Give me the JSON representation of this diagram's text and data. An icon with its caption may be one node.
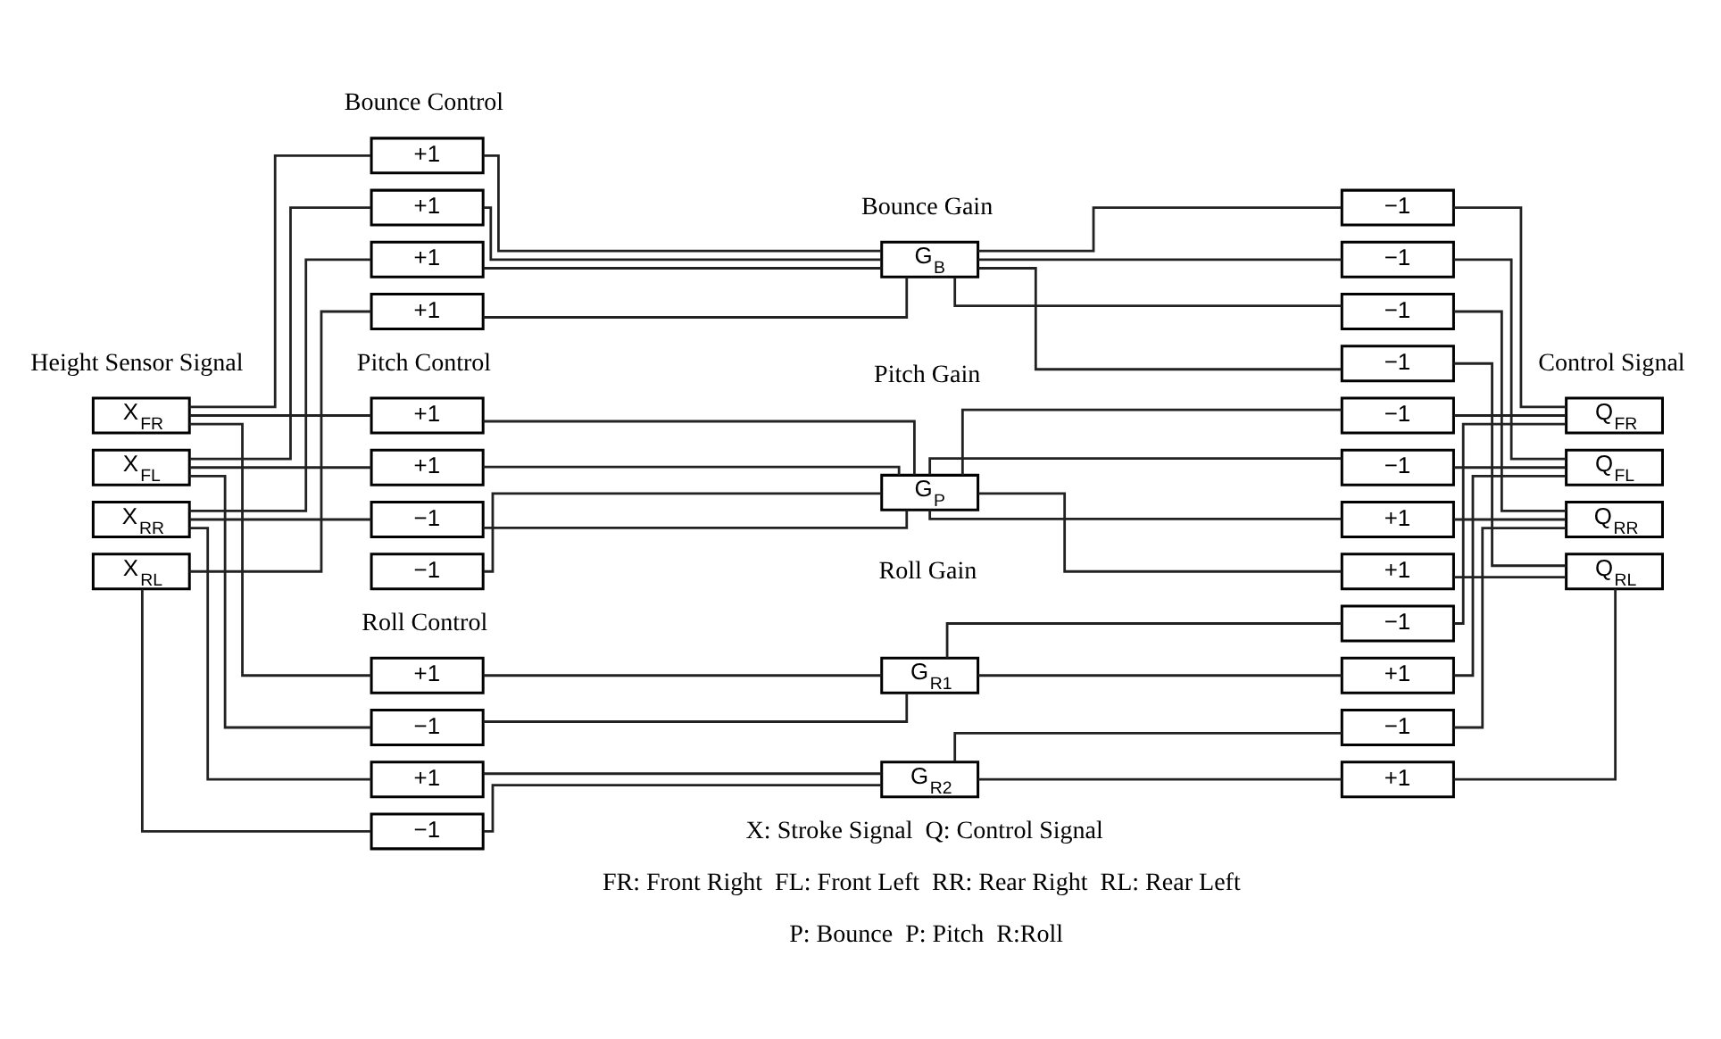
{
  "diagram": {
    "nodes": [
      {
        "text": [
          "X$_{FR}$"
        ]
      },
      {
        "text": [
          "X$_{FL}$"
        ]
      },
      {
        "text": [
          "X$_{RR}$"
        ]
      },
      {
        "text": [
          "X$_{RL}$"
        ]
      },
      {
        "text": [
          "+1"
        ]
      },
      {
        "text": [
          "+1"
        ]
      },
      {
        "text": [
          "+1"
        ]
      },
      {
        "text": [
          "+1"
        ]
      },
      {
        "text": [
          "G$_{B}$"
        ]
      },
      {
        "text": [
          "−1"
        ]
      },
      {
        "text": [
          "−1"
        ]
      },
      {
        "text": [
          "−1"
        ]
      },
      {
        "text": [
          "−1"
        ]
      },
      {
        "text": [
          "Q$_{FR}$"
        ]
      },
      {
        "text": [
          "Q$_{FL}$"
        ]
      },
      {
        "text": [
          "Q$_{RR}$"
        ]
      },
      {
        "text": [
          "Q$_{RL}$"
        ]
      },
      {
        "text": [
          "+1"
        ]
      },
      {
        "text": [
          "+1"
        ]
      },
      {
        "text": [
          "−1"
        ]
      },
      {
        "text": [
          "−1"
        ]
      },
      {
        "text": [
          "G$_{P}$"
        ]
      },
      {
        "text": [
          "−1"
        ]
      },
      {
        "text": [
          "−1"
        ]
      },
      {
        "text": [
          "+1"
        ]
      },
      {
        "text": [
          "+1"
        ]
      },
      {
        "text": [
          "+1"
        ]
      },
      {
        "text": [
          "−1"
        ]
      },
      {
        "text": [
          "G$_{R1}$"
        ]
      },
      {
        "text": [
          "−1"
        ]
      },
      {
        "text": [
          "+1"
        ]
      },
      {
        "text": [
          "+1"
        ]
      },
      {
        "text": [
          "−1"
        ]
      },
      {
        "text": [
          "G$_{R2}$"
        ]
      },
      {
        "text": [
          "−1"
        ]
      },
      {
        "text": [
          "+1"
        ]
      }
    ],
    "edges": [
      {
        "from": 0,
        "to": 4,
        "arrow": "none"
      },
      {
        "from": 0,
        "to": 17,
        "arrow": "none"
      },
      {
        "from": 0,
        "to": 26,
        "arrow": "none"
      },
      {
        "from": 1,
        "to": 5,
        "arrow": "none"
      },
      {
        "from": 1,
        "to": 18,
        "arrow": "none"
      },
      {
        "from": 1,
        "to": 27,
        "arrow": "none"
      },
      {
        "from": 2,
        "to": 6,
        "arrow": "none"
      },
      {
        "from": 2,
        "to": 19,
        "arrow": "none"
      },
      {
        "from": 2,
        "to": 31,
        "arrow": "none"
      },
      {
        "from": 3,
        "to": 7,
        "arrow": "none"
      },
      {
        "from": 3,
        "to": 32,
        "arrow": "none"
      },
      {
        "from": 4,
        "to": 8,
        "arrow": "none"
      },
      {
        "from": 5,
        "to": 8,
        "arrow": "none"
      },
      {
        "from": 6,
        "to": 8,
        "arrow": "none"
      },
      {
        "from": 7,
        "to": 8,
        "arrow": "none"
      },
      {
        "from": 8,
        "to": 9,
        "arrow": "none"
      },
      {
        "from": 8,
        "to": 10,
        "arrow": "none"
      },
      {
        "from": 8,
        "to": 11,
        "arrow": "none"
      },
      {
        "from": 8,
        "to": 12,
        "arrow": "none"
      },
      {
        "from": 9,
        "to": 13,
        "arrow": "none"
      },
      {
        "from": 10,
        "to": 14,
        "arrow": "none"
      },
      {
        "from": 11,
        "to": 15,
        "arrow": "none"
      },
      {
        "from": 12,
        "to": 16,
        "arrow": "none"
      },
      {
        "from": 17,
        "to": 21,
        "arrow": "none"
      },
      {
        "from": 18,
        "to": 21,
        "arrow": "none"
      },
      {
        "from": 19,
        "to": 21,
        "arrow": "none"
      },
      {
        "from": 20,
        "to": 21,
        "arrow": "none"
      },
      {
        "from": 21,
        "to": 22,
        "arrow": "none"
      },
      {
        "from": 21,
        "to": 23,
        "arrow": "none"
      },
      {
        "from": 21,
        "to": 24,
        "arrow": "none"
      },
      {
        "from": 21,
        "to": 25,
        "arrow": "none"
      },
      {
        "from": 22,
        "to": 13,
        "arrow": "none"
      },
      {
        "from": 23,
        "to": 14,
        "arrow": "none"
      },
      {
        "from": 24,
        "to": 15,
        "arrow": "none"
      },
      {
        "from": 25,
        "to": 16,
        "arrow": "none"
      },
      {
        "from": 26,
        "to": 28,
        "arrow": "none"
      },
      {
        "from": 27,
        "to": 28,
        "arrow": "none"
      },
      {
        "from": 28,
        "to": 29,
        "arrow": "none"
      },
      {
        "from": 28,
        "to": 30,
        "arrow": "none"
      },
      {
        "from": 29,
        "to": 13,
        "arrow": "none"
      },
      {
        "from": 30,
        "to": 14,
        "arrow": "none"
      },
      {
        "from": 31,
        "to": 33,
        "arrow": "none"
      },
      {
        "from": 32,
        "to": 33,
        "arrow": "none"
      },
      {
        "from": 33,
        "to": 34,
        "arrow": "none"
      },
      {
        "from": 33,
        "to": 35,
        "arrow": "none"
      },
      {
        "from": 34,
        "to": 15,
        "arrow": "none"
      },
      {
        "from": 35,
        "to": 16,
        "arrow": "none"
      }
    ],
    "labels": [
      "Height Sensor Signal",
      "Control Signal",
      "Bounce Control",
      "Bounce Gain",
      "Pitch Control",
      "Pitch Gain",
      "Roll Control",
      "Roll Gain",
      "X: Stroke Signal  Q: Control Signal",
      "FR: Front Right  FL: Front Left  RR: Rear Right  RL: Rear Left",
      "P: Bounce  P: Pitch  R:Roll"
    ]
  }
}
